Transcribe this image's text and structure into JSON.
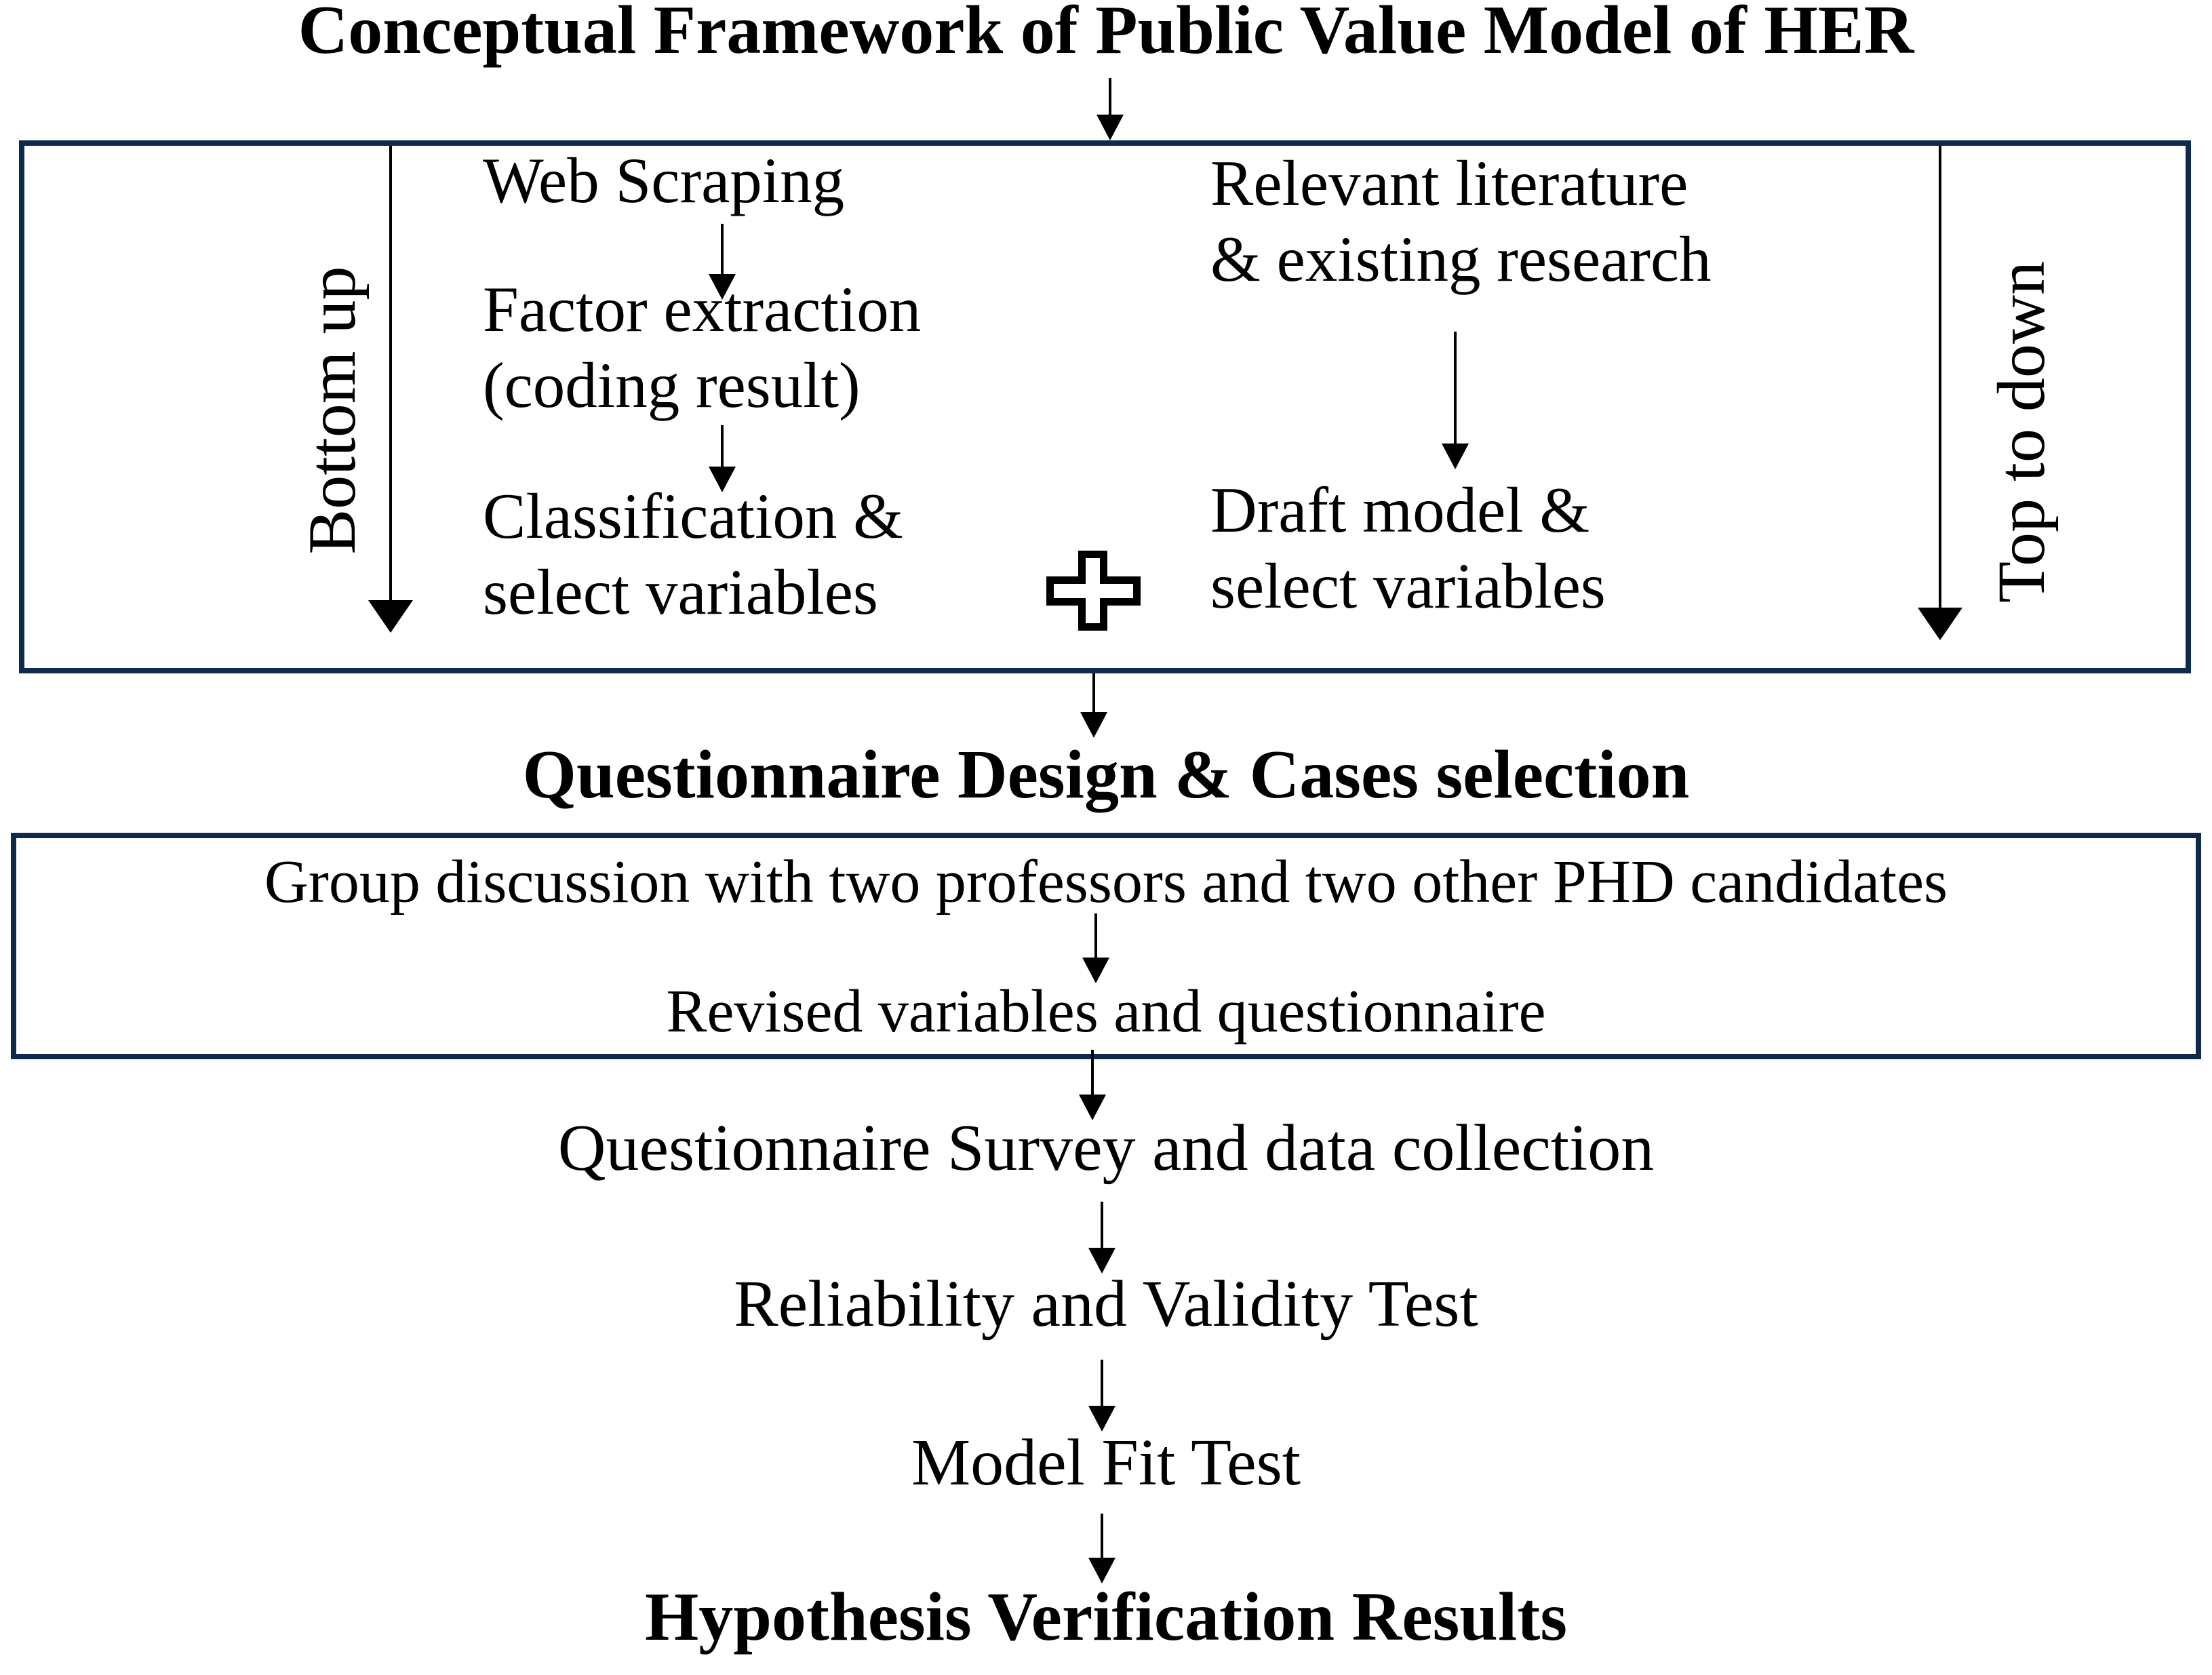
{
  "title": "Conceptual Framework of Public Value Model of HER",
  "framework_box": {
    "bottom_up_label": "Bottom up",
    "top_to_down_label": "Top to down",
    "web_scraping": "Web Scraping",
    "factor_extraction": "Factor extraction\n(coding result)",
    "classification": "Classification &\nselect variables",
    "relevant_literature": "Relevant literature\n& existing research",
    "draft_model": "Draft model &\nselect variables"
  },
  "questionnaire_title": "Questionnaire Design & Cases selection",
  "discussion_box": {
    "group_discussion": "Group discussion with two professors and two other PHD candidates",
    "revised_variables": "Revised variables and questionnaire"
  },
  "flow_steps": {
    "survey": "Questionnaire Survey and data collection",
    "reliability_test": "Reliability and Validity Test",
    "model_fit_test": "Model Fit Test",
    "hypothesis_results": "Hypothesis Verification Results"
  },
  "colors": {
    "box_border": "#0e2b4d",
    "text": "#000000",
    "background": "#ffffff"
  }
}
